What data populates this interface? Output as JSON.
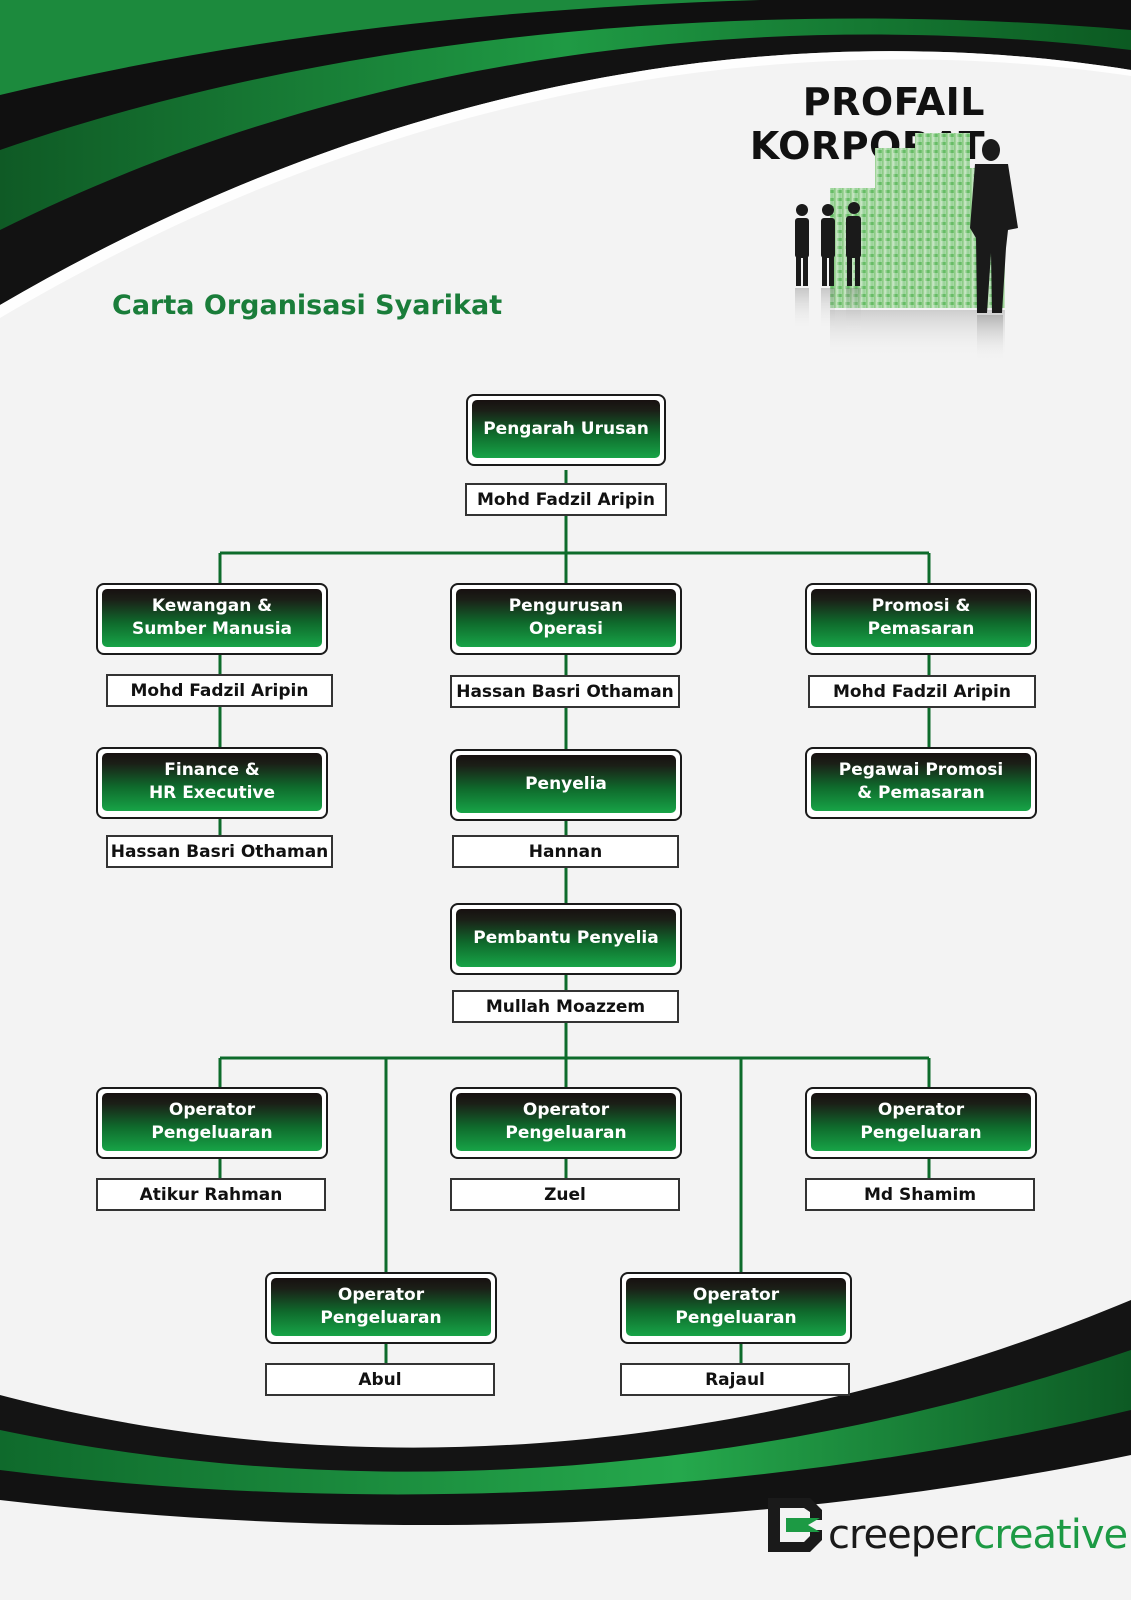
{
  "title": "PROFAIL KORPORAT",
  "subtitle": "Carta Organisasi Syarikat",
  "colors": {
    "accent": "#1a7d3a",
    "dark": "#141414",
    "bright_green": "#17a447"
  },
  "nodes": [
    {
      "role": "Pengarah Urusan",
      "name": "Mohd Fadzil Aripin"
    },
    {
      "role": "Kewangan &\nSumber Manusia",
      "name": "Mohd Fadzil Aripin"
    },
    {
      "role": "Pengurusan\nOperasi",
      "name": "Hassan Basri Othaman"
    },
    {
      "role": "Promosi &\nPemasaran",
      "name": "Mohd Fadzil Aripin"
    },
    {
      "role": "Finance &\nHR Executive",
      "name": "Hassan Basri Othaman"
    },
    {
      "role": "Penyelia",
      "name": "Hannan"
    },
    {
      "role": "Pegawai Promosi\n& Pemasaran",
      "name": ""
    },
    {
      "role": "Pembantu Penyelia",
      "name": "Mullah Moazzem"
    },
    {
      "role": "Operator\nPengeluaran",
      "name": "Atikur Rahman"
    },
    {
      "role": "Operator\nPengeluaran",
      "name": "Zuel"
    },
    {
      "role": "Operator\nPengeluaran",
      "name": "Md Shamim"
    },
    {
      "role": "Operator\nPengeluaran",
      "name": "Abul"
    },
    {
      "role": "Operator\nPengeluaran",
      "name": "Rajaul"
    }
  ],
  "logo": {
    "word1": "creeper",
    "word2": "creative"
  }
}
